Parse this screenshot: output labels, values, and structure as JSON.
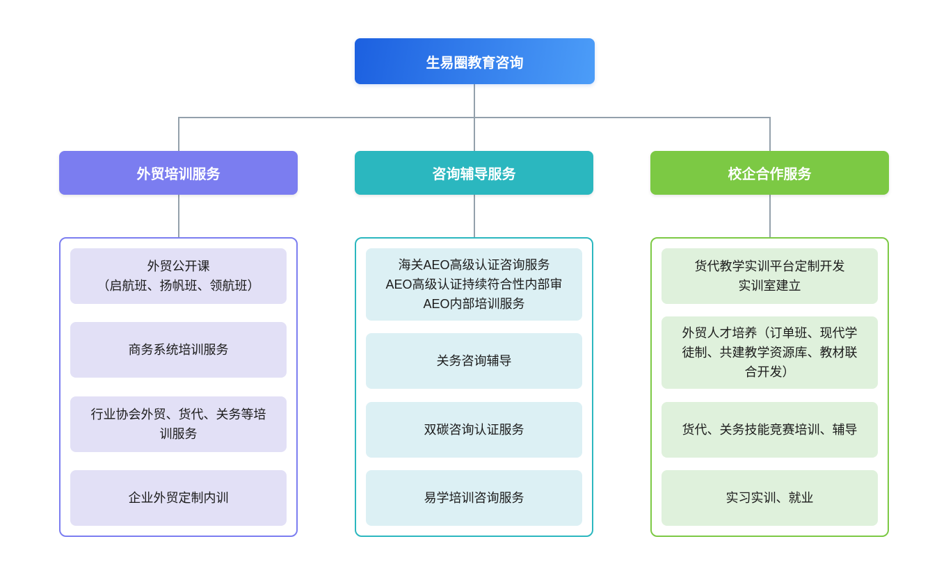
{
  "page": {
    "background": "#ffffff",
    "connector_color": "#93a0ab"
  },
  "root": {
    "label": "生易圈教育咨询",
    "gradient_from": "#1c60e0",
    "gradient_to": "#4c9df8",
    "text_color": "#ffffff"
  },
  "branches": [
    {
      "label": "外贸培训服务",
      "color": "#7b7df0",
      "item_bg": "#e2e0f6",
      "items": [
        "外贸公开课\n（启航班、扬帆班、领航班）",
        "商务系统培训服务",
        "行业协会外贸、货代、关务等培训服务",
        "企业外贸定制内训"
      ]
    },
    {
      "label": "咨询辅导服务",
      "color": "#2bb7bf",
      "item_bg": "#dcf0f4",
      "items": [
        "海关AEO高级认证咨询服务\nAEO高级认证持续符合性内部审\nAEO内部培训服务",
        "关务咨询辅导",
        "双碳咨询认证服务",
        "易学培训咨询服务"
      ]
    },
    {
      "label": "校企合作服务",
      "color": "#7cc944",
      "item_bg": "#dff1dc",
      "items": [
        "货代教学实训平台定制开发\n实训室建立",
        "外贸人才培养（订单班、现代学徒制、共建教学资源库、教材联合开发）",
        "货代、关务技能竞赛培训、辅导",
        "实习实训、就业"
      ]
    }
  ]
}
